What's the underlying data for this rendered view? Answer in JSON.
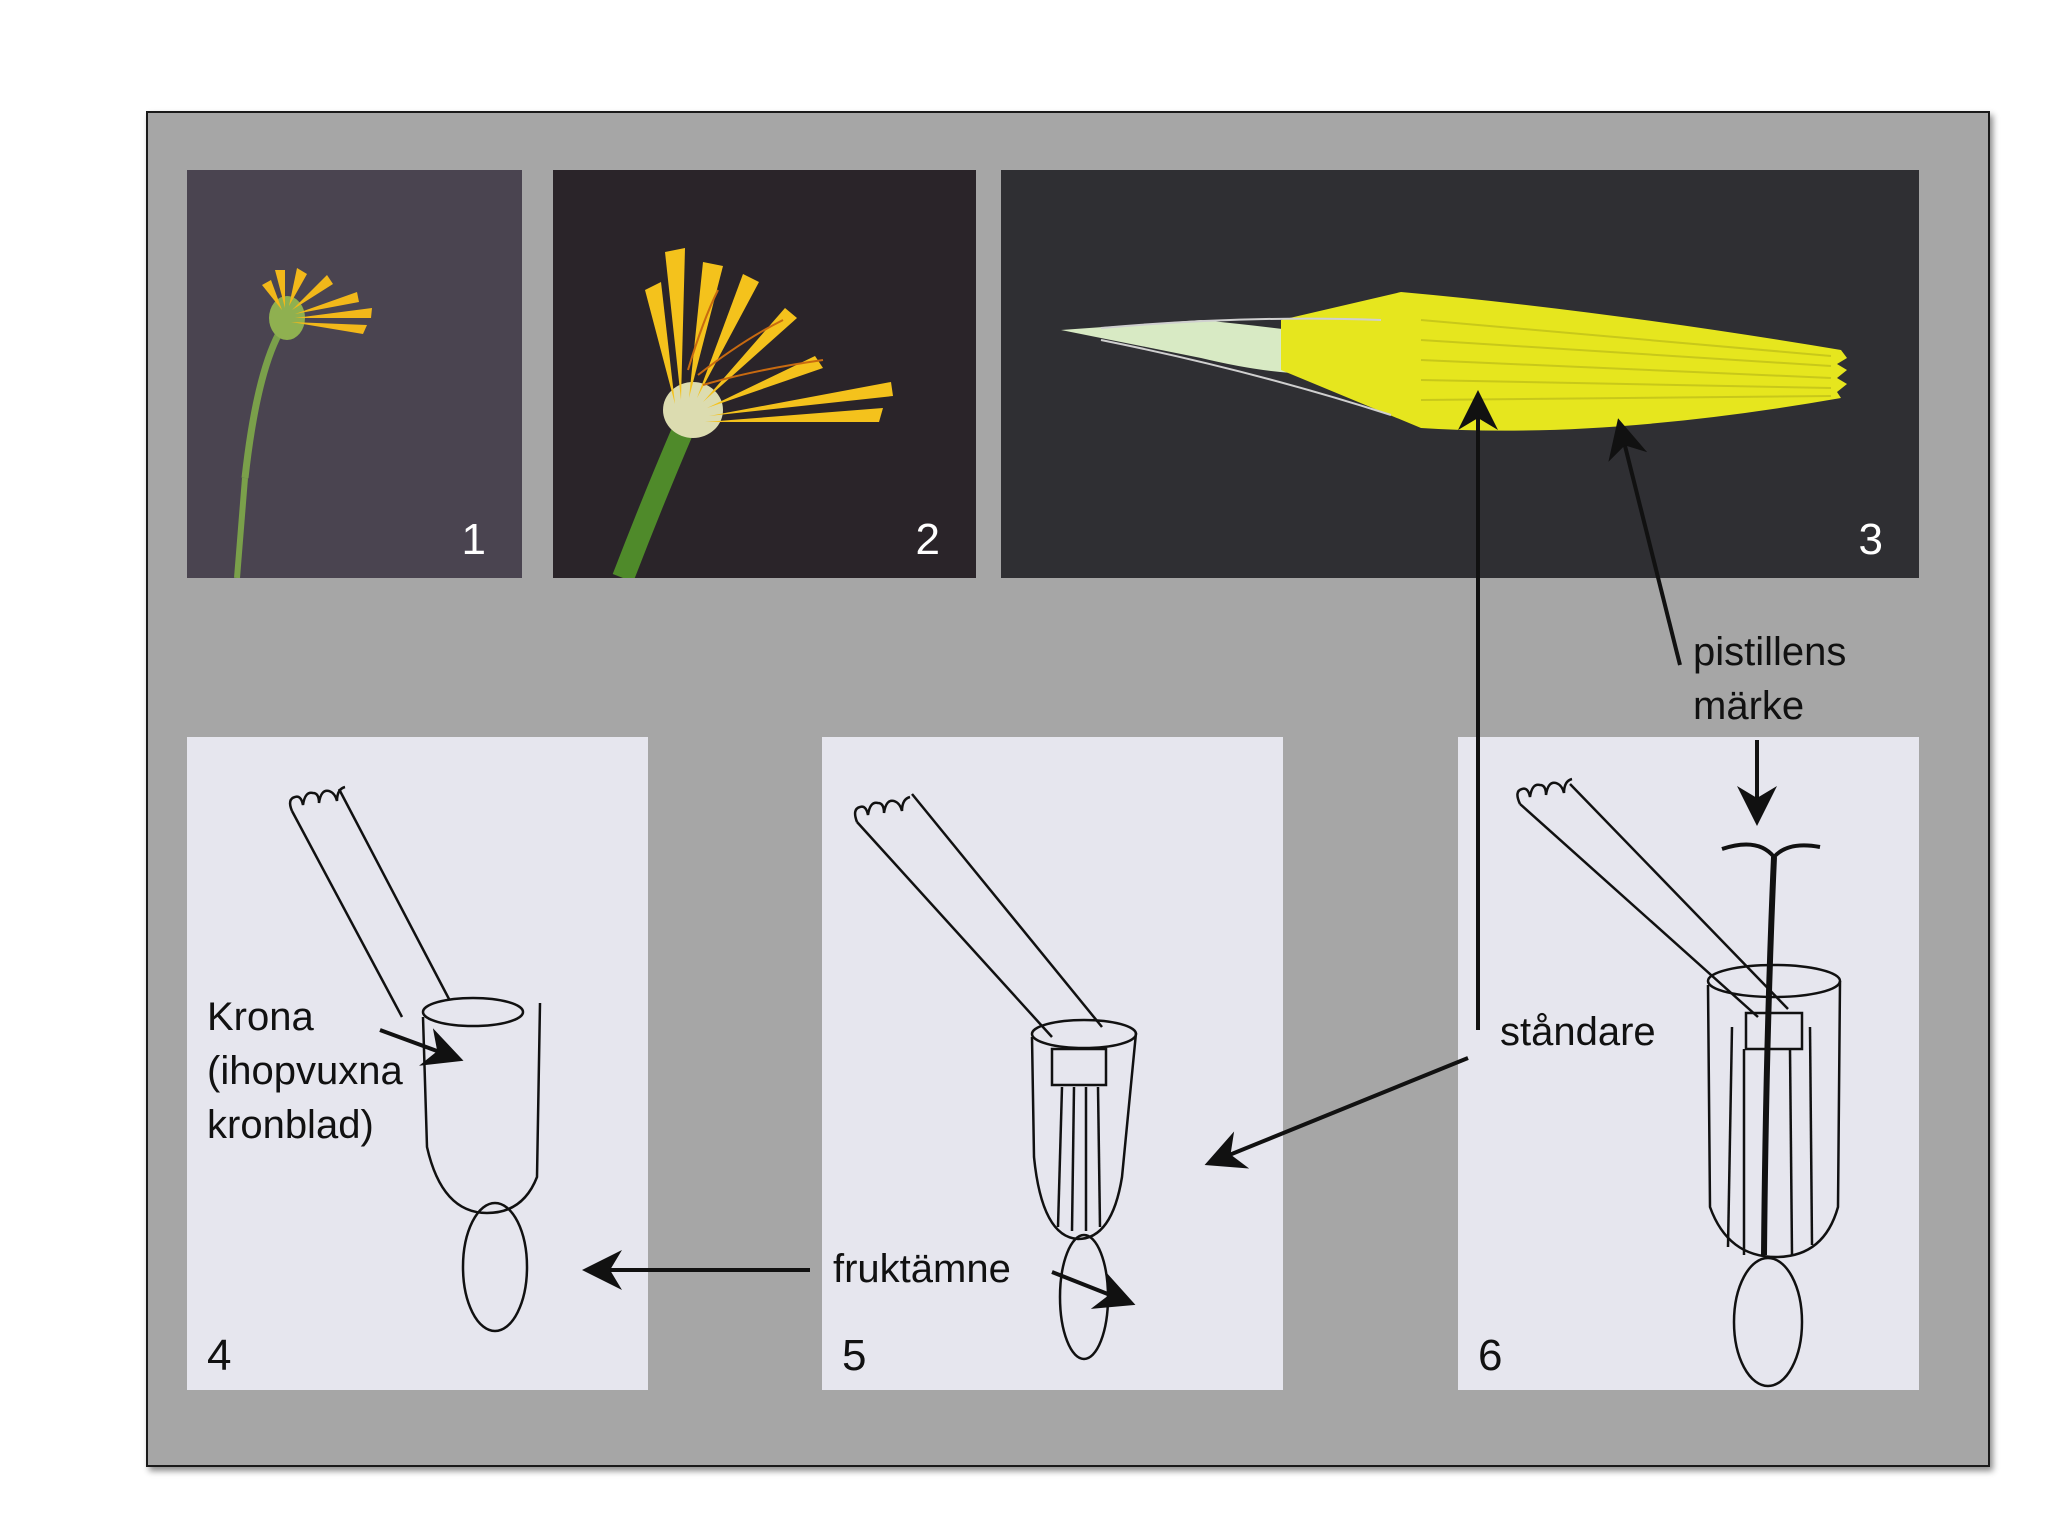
{
  "panels": {
    "p1": {
      "number": "1"
    },
    "p2": {
      "number": "2"
    },
    "p3": {
      "number": "3"
    },
    "p4": {
      "number": "4"
    },
    "p5": {
      "number": "5"
    },
    "p6": {
      "number": "6"
    }
  },
  "labels": {
    "krona_line1": "Krona",
    "krona_line2": "(ihopvuxna",
    "krona_line3": "kronblad)",
    "fruktamne": "fruktämne",
    "standare": "ståndare",
    "pistill_line1": "pistillens",
    "pistill_line2": "märke"
  },
  "colors": {
    "board": "#a6a6a6",
    "photo_bg": "#3a3540",
    "drawing_bg": "#e6e6ee",
    "petal_yellow": "#f2c21a",
    "ligule_yellow": "#e6e61e",
    "stem_green": "#6f9a3a",
    "ink": "#111111"
  }
}
